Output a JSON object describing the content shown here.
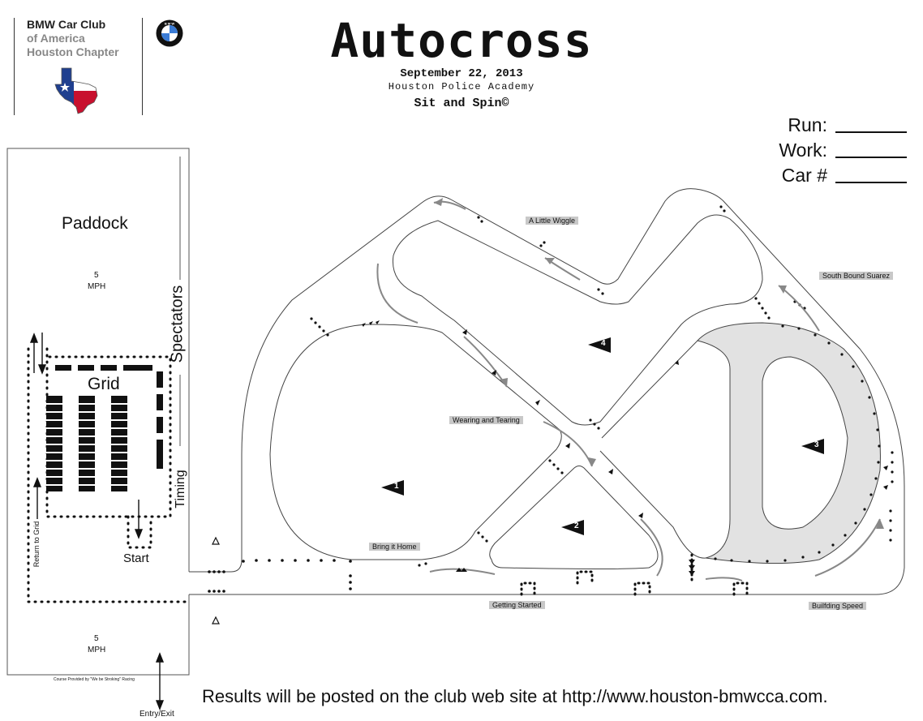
{
  "header": {
    "club_line1": "BMW Car Club",
    "club_line2": "of America",
    "club_line3": "Houston Chapter",
    "title": "Autocross",
    "date": "September 22, 2013",
    "venue": "Houston Police Academy",
    "course_name": "Sit and Spin©"
  },
  "form": {
    "run_label": "Run:",
    "work_label": "Work:",
    "car_label": "Car #"
  },
  "areas": {
    "paddock": "Paddock",
    "speed_top": "5",
    "speed_top_unit": "MPH",
    "speed_bottom": "5",
    "speed_bottom_unit": "MPH",
    "spectators": "Spectators",
    "grid": "Grid",
    "timing": "Timing",
    "start": "Start",
    "return_to_grid": "Return to Grid",
    "entry_exit": "Entry/Exit",
    "credit": "Course Provided by \"We be Stroking\" Racing"
  },
  "sections": [
    {
      "id": "a-little-wiggle",
      "label": "A Little Wiggle"
    },
    {
      "id": "south-bound-suarez",
      "label": "South Bound Suarez"
    },
    {
      "id": "wearing-and-tearing",
      "label": "Wearing and Tearing"
    },
    {
      "id": "bring-it-home",
      "label": "Bring it Home"
    },
    {
      "id": "getting-started",
      "label": "Getting Started"
    },
    {
      "id": "builfding-speed",
      "label": "Builfding Speed"
    }
  ],
  "station_markers": [
    "1",
    "2",
    "3",
    "4"
  ],
  "footer": {
    "results_text": "Results will be posted on the club web site at http://www.houston-bmwcca.com."
  },
  "colors": {
    "skidpad_fill": "#e2e2e2",
    "label_bg": "#c8c8c8",
    "flag_blue": "#1f3f8f",
    "flag_red": "#c8102e",
    "bmw_blue": "#3a7bd5"
  }
}
